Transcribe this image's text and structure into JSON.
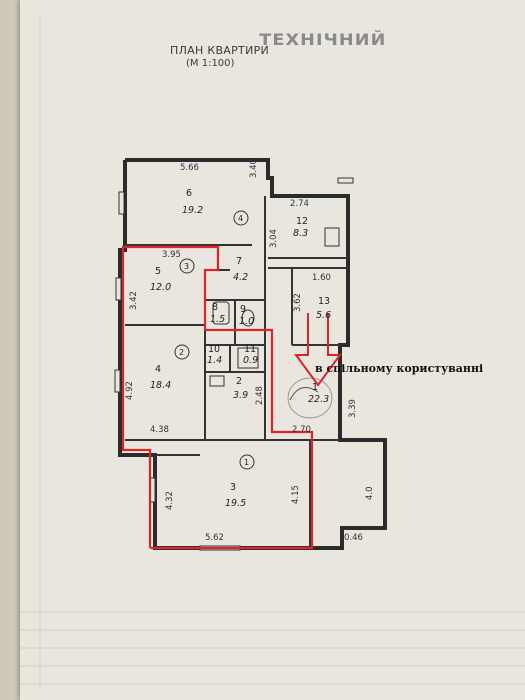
{
  "header": {
    "title": "ПЛАН КВАРТИРИ",
    "scale": "(М 1:100)",
    "faded_heading": "ТЕХНІЧНИЙ"
  },
  "annotation": {
    "shared_use": "в спільному користуванні"
  },
  "rooms": [
    {
      "id": "room-6",
      "number": "6",
      "area": "19.2"
    },
    {
      "id": "room-12",
      "number": "12",
      "area": "8.3"
    },
    {
      "id": "room-7",
      "number": "7",
      "area": "4.2"
    },
    {
      "id": "room-5",
      "number": "5",
      "area": "12.0"
    },
    {
      "id": "room-8",
      "number": "8",
      "area": "1.5"
    },
    {
      "id": "room-9",
      "number": "9",
      "area": "1.0"
    },
    {
      "id": "room-13",
      "number": "13",
      "area": "5.6"
    },
    {
      "id": "room-4",
      "number": "4",
      "area": "18.4"
    },
    {
      "id": "room-10",
      "number": "10",
      "area": "1.4"
    },
    {
      "id": "room-11",
      "number": "11",
      "area": "0.9"
    },
    {
      "id": "room-2",
      "number": "2",
      "area": "3.9"
    },
    {
      "id": "room-1",
      "number": "1",
      "area": "22.3"
    },
    {
      "id": "room-3",
      "number": "3",
      "area": "19.5"
    }
  ],
  "entrances": [
    "1",
    "2",
    "3",
    "4"
  ],
  "dimensions": {
    "top_566": "5.66",
    "right_340": "3.40",
    "top_274": "2.74",
    "v_304": "3.04",
    "v_395": "3.95",
    "h_160": "1.60",
    "v_342": "3.42",
    "v_362": "3.62",
    "v_492": "4.92",
    "h_438": "4.38",
    "v_248": "2.48",
    "h_270": "2.70",
    "v_339": "3.39",
    "v_432": "4.32",
    "v_415": "4.15",
    "v_400": "4.0",
    "h_562": "5.62",
    "h_046": "0.46"
  },
  "colors": {
    "wall": "#2b2b2b",
    "highlight": "#e0242a",
    "paper": "#e9e6dd"
  }
}
